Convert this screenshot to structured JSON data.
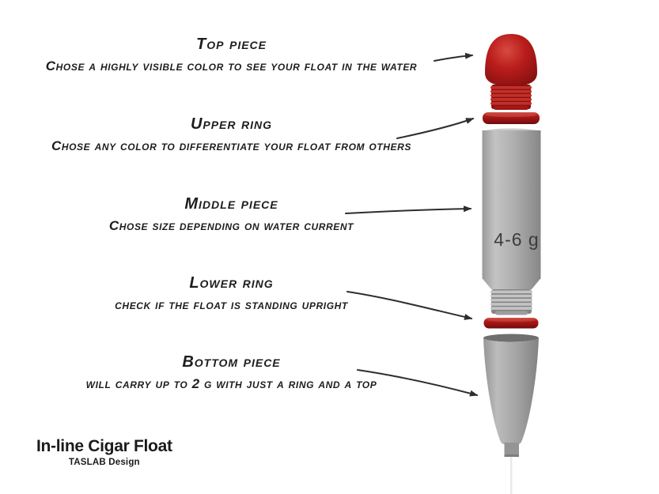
{
  "diagram": {
    "title": "In-line Cigar Float",
    "subtitle": "TASLAB Design",
    "annotations": [
      {
        "part": "top-piece",
        "title": "Top piece",
        "description": "Chose a highly visible color to see your float in the water"
      },
      {
        "part": "upper-ring",
        "title": "Upper ring",
        "description": "Chose any color to differentiate your float from others"
      },
      {
        "part": "middle-piece",
        "title": "Middle piece",
        "description": "Chose size depending on water current"
      },
      {
        "part": "lower-ring",
        "title": "Lower ring",
        "description": "check if the float is standing upright"
      },
      {
        "part": "bottom-piece",
        "title": "Bottom piece",
        "description": "will carry up to 2 g with just a ring and a top"
      }
    ],
    "float": {
      "weight_label": "4-6 g"
    },
    "colors": {
      "accent_red": "#b21a1a",
      "ring_red": "#a31414",
      "body_gray": "#adadad",
      "ink": "#1d1d1d",
      "arrow": "#2e2e2e",
      "weight_text": "#3c3c3c",
      "background": "#ffffff"
    }
  }
}
